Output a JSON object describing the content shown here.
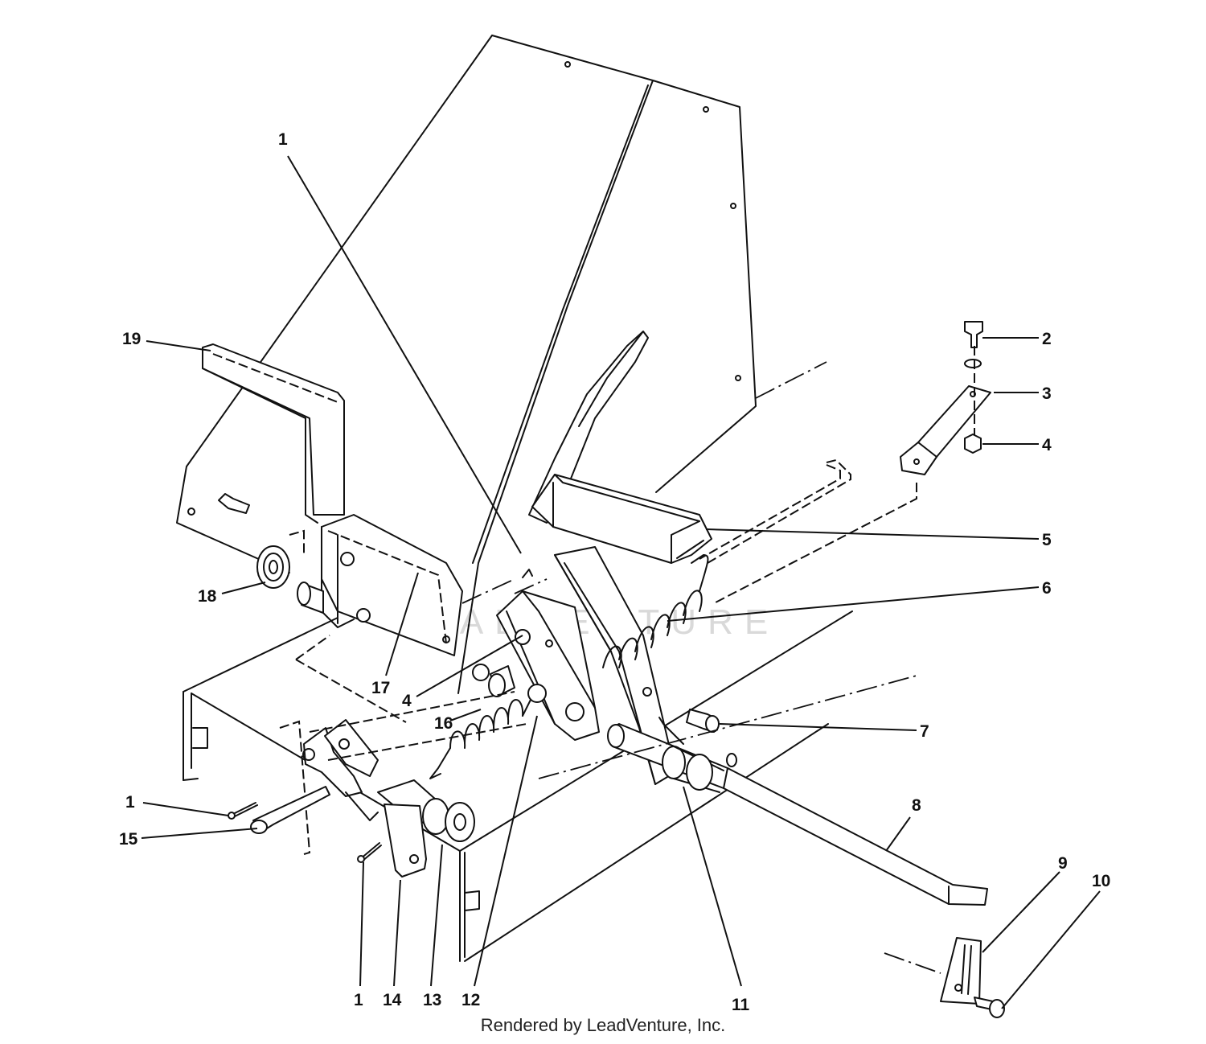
{
  "diagram": {
    "watermark_text": "LEADVENTURE",
    "credit": "Rendered by LeadVenture, Inc.",
    "callouts": {
      "c19": "19",
      "c1_top": "1",
      "c2": "2",
      "c3": "3",
      "c4_right": "4",
      "c5": "5",
      "c6": "6",
      "c18": "18",
      "c17": "17",
      "c4_center": "4",
      "c16": "16",
      "c7": "7",
      "c8": "8",
      "c1_left": "1",
      "c15": "15",
      "c9": "9",
      "c10": "10",
      "c1_bottom": "1",
      "c14": "14",
      "c13": "13",
      "c12": "12",
      "c11": "11"
    }
  }
}
